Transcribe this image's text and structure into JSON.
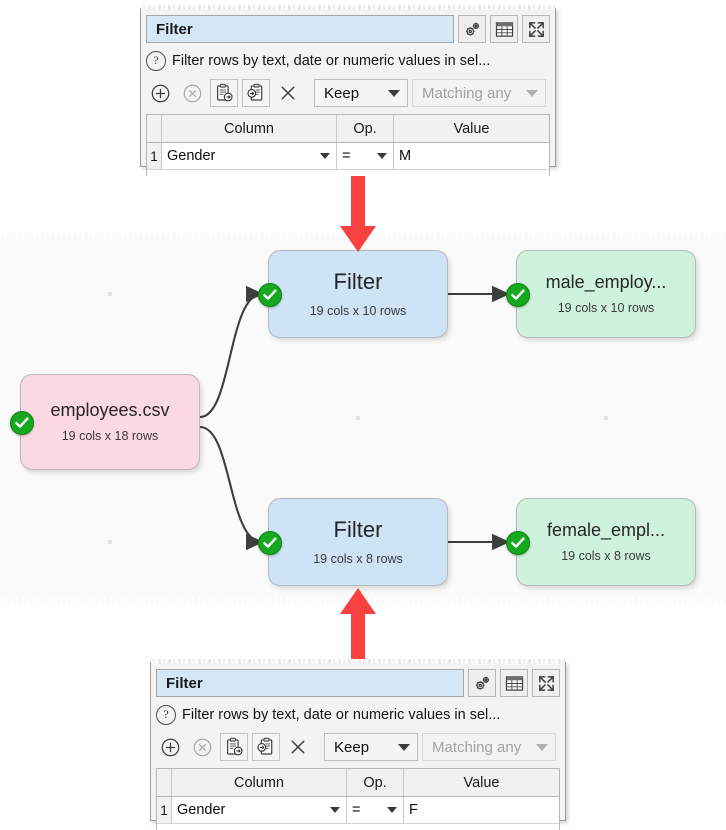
{
  "canvas": {
    "nodes": [
      {
        "id": "source",
        "type": "source",
        "title": "employees.csv",
        "subtitle": "19 cols x 18 rows",
        "status": "check-ok"
      },
      {
        "id": "filter-male",
        "type": "filter",
        "title": "Filter",
        "subtitle": "19 cols x 10 rows",
        "status": "check-ok"
      },
      {
        "id": "out-male",
        "type": "output",
        "title": "male_employ...",
        "subtitle": "19 cols x 10 rows",
        "status": "check-ok"
      },
      {
        "id": "filter-female",
        "type": "filter",
        "title": "Filter",
        "subtitle": "19 cols x 8 rows",
        "status": "check-ok"
      },
      {
        "id": "out-female",
        "type": "output",
        "title": "female_empl...",
        "subtitle": "19 cols x 8 rows",
        "status": "check-ok"
      }
    ],
    "colors": {
      "source_fill": "#fbd9e3",
      "filter_fill": "#cfe3f7",
      "output_fill": "#cef2dd",
      "status_green": "#16a81f",
      "pointer_red": "#f9413f",
      "background": "#fafafa"
    }
  },
  "panel_top": {
    "title_value": "Filter",
    "description": "Filter rows by text, date or numeric values in sel...",
    "help_icon": "question-mark-icon",
    "header_icons": [
      "settings-cogs-icon",
      "table-grid-icon",
      "expand-arrows-icon"
    ],
    "tool_icons": [
      "add-circle-icon",
      "remove-circle-icon",
      "copy-to-clipboard-icon",
      "paste-from-clipboard-icon",
      "clear-all-icon"
    ],
    "mode_select": "Keep",
    "match_select": "Matching any",
    "match_disabled": true,
    "table": {
      "headers": [
        "Column",
        "Op.",
        "Value"
      ],
      "rows": [
        {
          "num": "1",
          "column": "Gender",
          "op": "=",
          "value": "M"
        }
      ]
    }
  },
  "panel_bottom": {
    "title_value": "Filter",
    "description": "Filter rows by text, date or numeric values in sel...",
    "help_icon": "question-mark-icon",
    "header_icons": [
      "settings-cogs-icon",
      "table-grid-icon",
      "expand-arrows-icon"
    ],
    "tool_icons": [
      "add-circle-icon",
      "remove-circle-icon",
      "copy-to-clipboard-icon",
      "paste-from-clipboard-icon",
      "clear-all-icon"
    ],
    "mode_select": "Keep",
    "match_select": "Matching any",
    "match_disabled": true,
    "table": {
      "headers": [
        "Column",
        "Op.",
        "Value"
      ],
      "rows": [
        {
          "num": "1",
          "column": "Gender",
          "op": "=",
          "value": "F"
        }
      ]
    }
  },
  "pointers": {
    "top_arrow": "arrow-down-to-filter-male",
    "bottom_arrow": "arrow-up-to-filter-female"
  }
}
